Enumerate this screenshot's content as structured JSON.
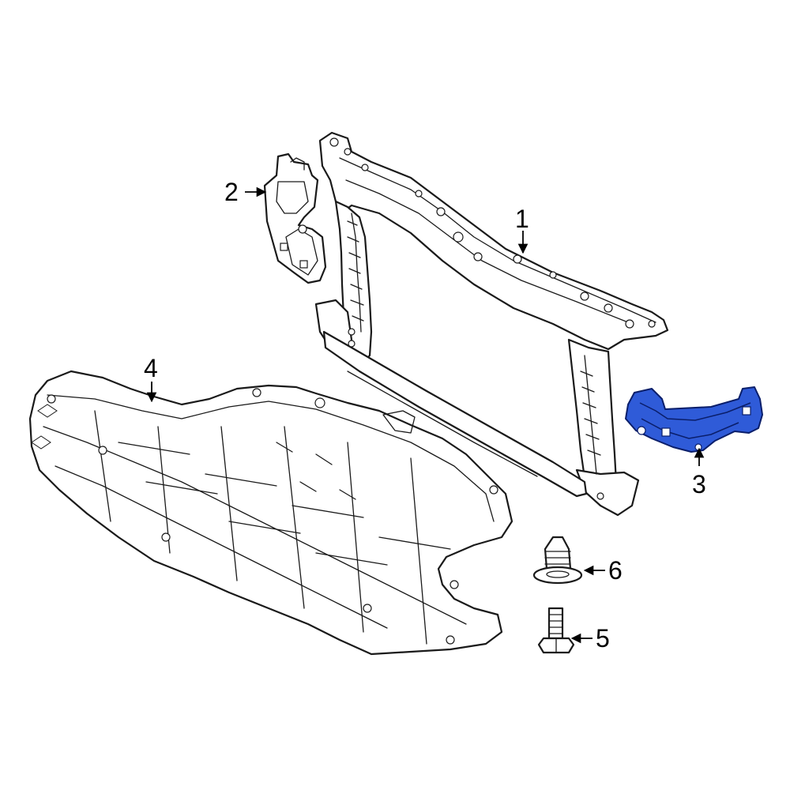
{
  "diagram": {
    "highlight_color": "#2f5bd8",
    "line_color": "#1a1a1a",
    "callouts": [
      {
        "id": "1",
        "label": "1"
      },
      {
        "id": "2",
        "label": "2"
      },
      {
        "id": "3",
        "label": "3"
      },
      {
        "id": "4",
        "label": "4"
      },
      {
        "id": "5",
        "label": "5"
      },
      {
        "id": "6",
        "label": "6"
      }
    ]
  }
}
